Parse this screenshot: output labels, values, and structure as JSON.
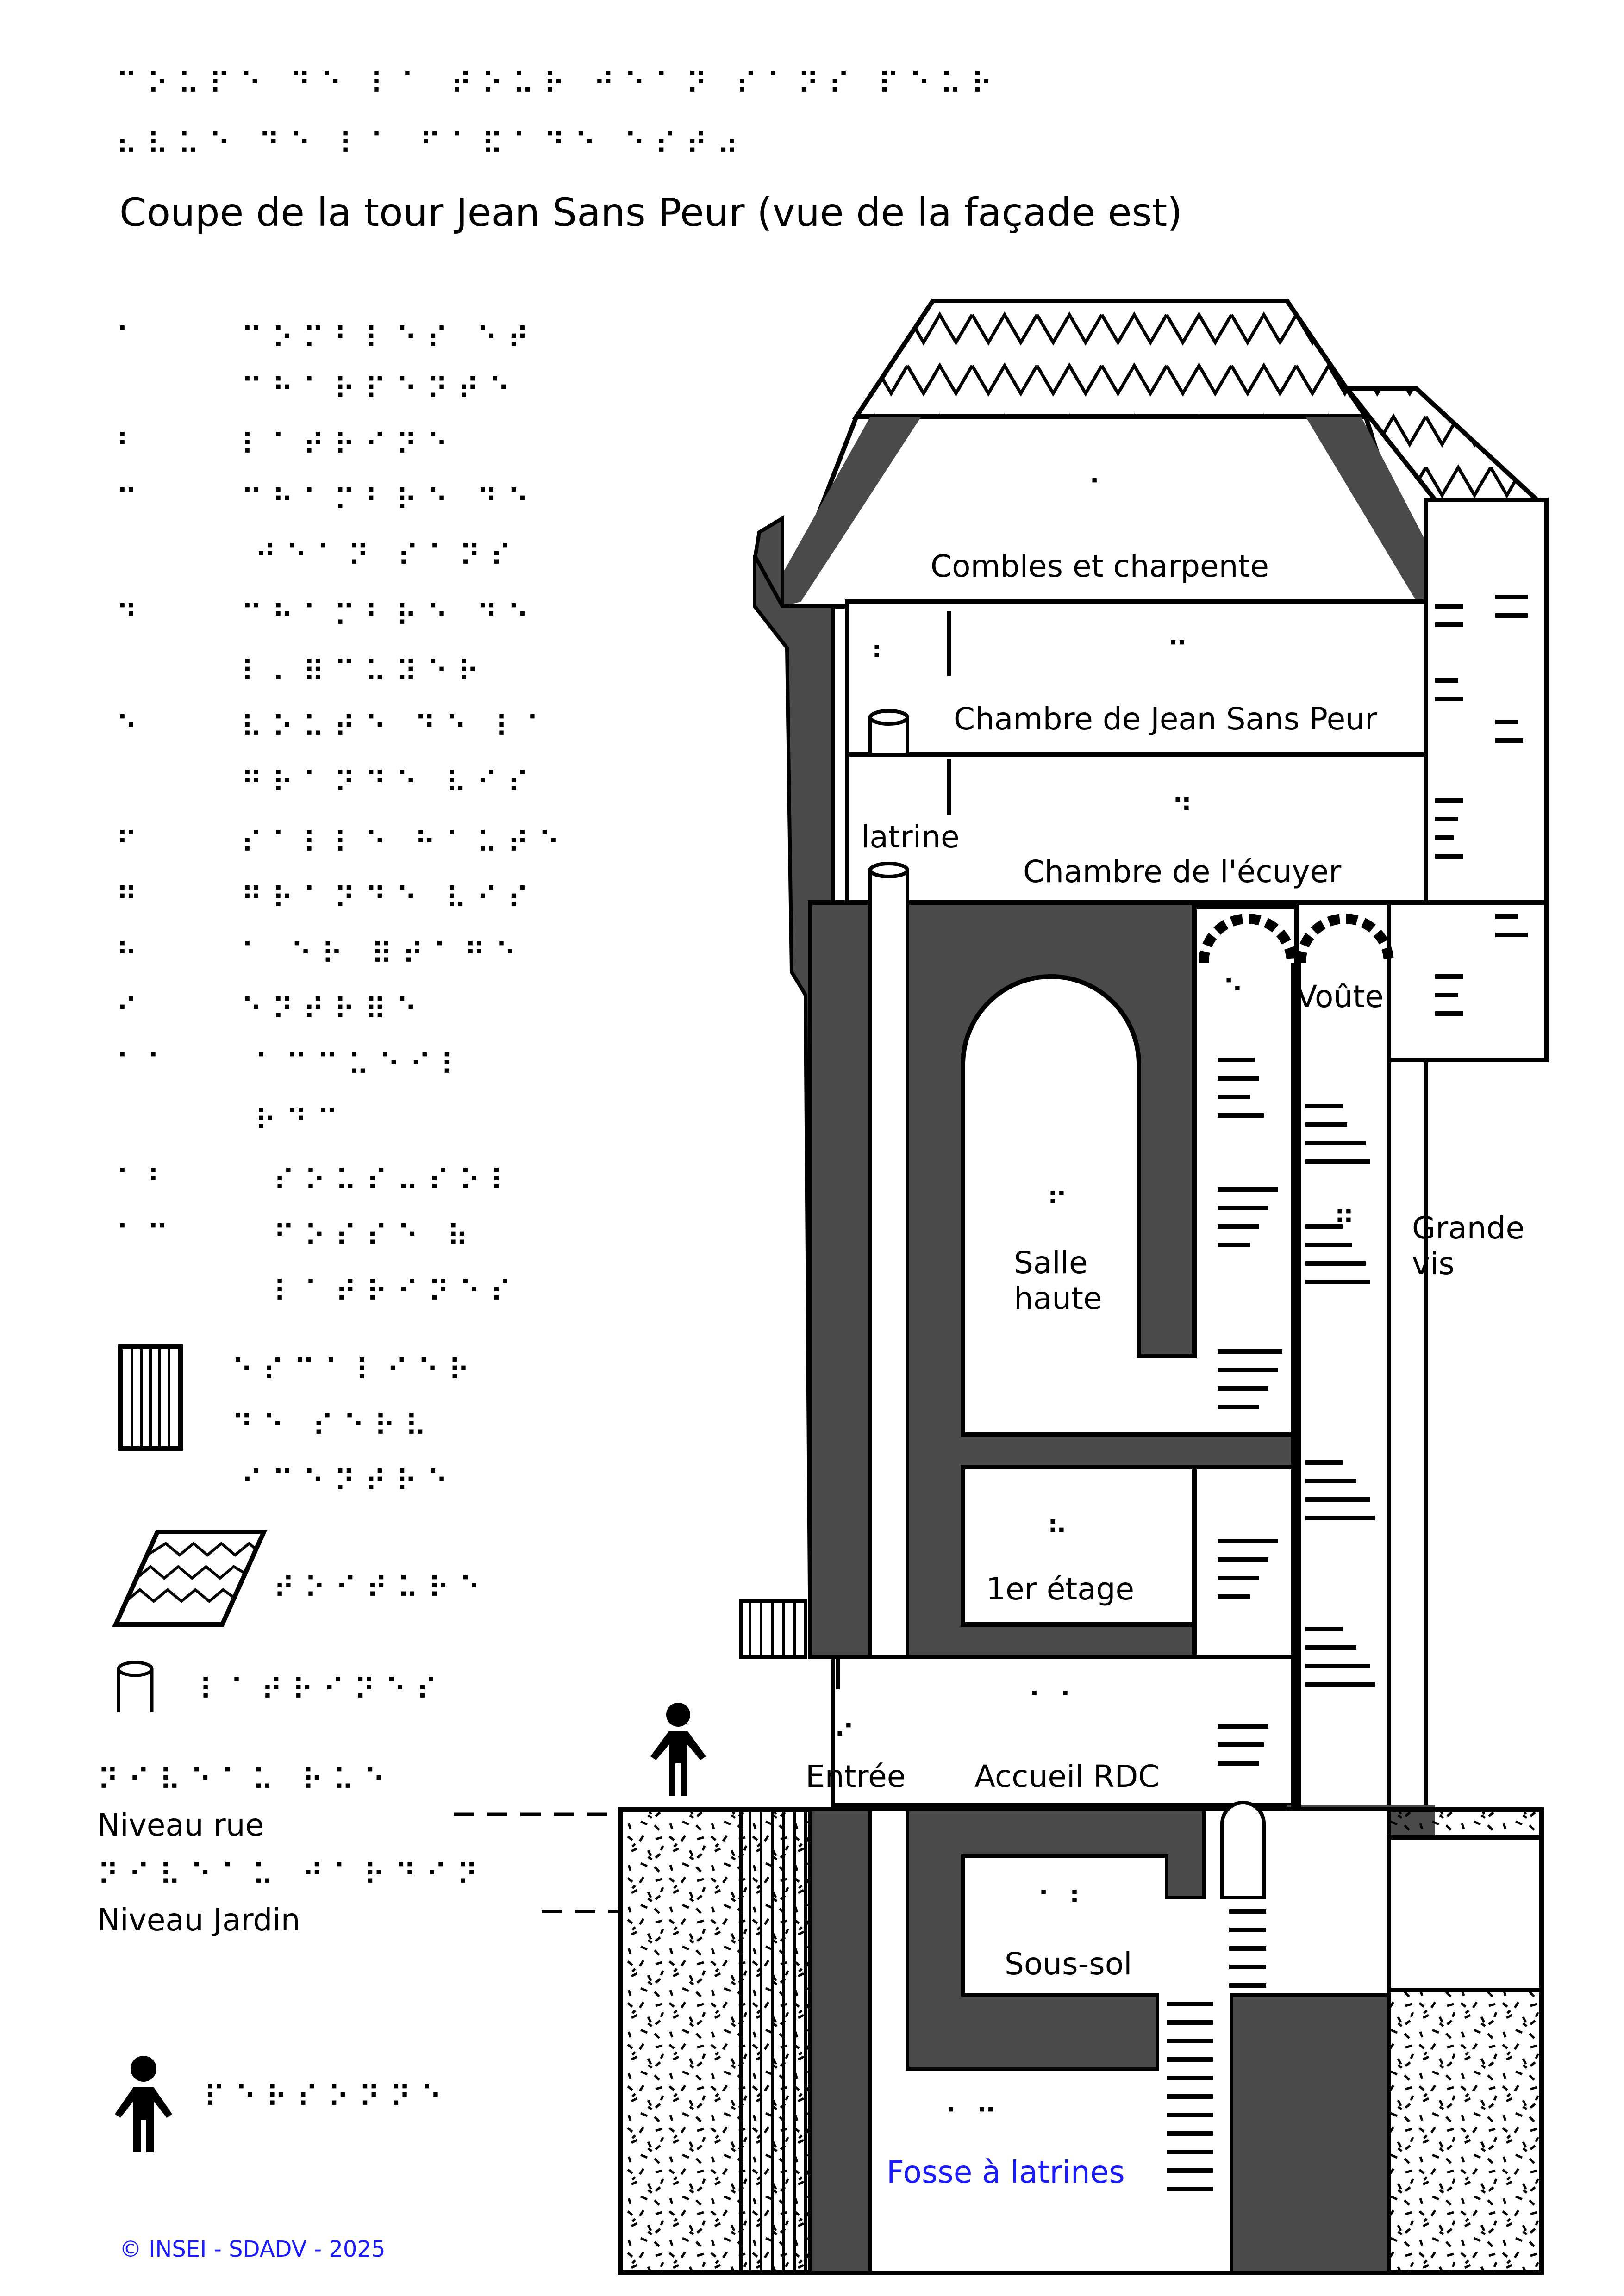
{
  "title": "Coupe de la tour Jean Sans Peur (vue de la façade est)",
  "title_braille": [
    "⠉⠕⠥⠏⠑ ⠙⠑ ⠇⠁ ⠞⠕⠥⠗ ⠚⠑⠁⠝ ⠎⠁⠝⠎ ⠏⠑⠥⠗",
    "⠦⠧⠥⠑ ⠙⠑ ⠇⠁ ⠋⠁⠯⠁⠙⠑ ⠑⠎⠞⠴"
  ],
  "legend_braille": [
    {
      "key": "⠁",
      "text": [
        "⠉⠕⠍⠃⠇⠑⠎ ⠑⠞",
        "⠉⠓⠁⠗⠏⠑⠝⠞⠑"
      ]
    },
    {
      "key": "⠃",
      "text": [
        "⠇⠁⠞⠗⠊⠝⠑"
      ]
    },
    {
      "key": "⠉",
      "text": [
        "⠉⠓⠁⠍⠃⠗⠑ ⠙⠑",
        "⠚⠑⠁⠝ ⠎⠁⠝⠎"
      ]
    },
    {
      "key": "⠙",
      "text": [
        "⠉⠓⠁⠍⠃⠗⠑ ⠙⠑",
        "⠇⠄⠿⠉⠥⠽⠑⠗"
      ]
    },
    {
      "key": "⠑",
      "text": [
        "⠧⠕⠥⠞⠑ ⠙⠑ ⠇⠁",
        "⠛⠗⠁⠝⠙⠑ ⠧⠊⠎"
      ]
    },
    {
      "key": "⠋",
      "text": [
        "⠎⠁⠇⠇⠑ ⠓⠁⠥⠞⠑"
      ]
    },
    {
      "key": "⠛",
      "text": [
        "⠛⠗⠁⠝⠙⠑ ⠧⠊⠎"
      ]
    },
    {
      "key": "⠓",
      "text": [
        "⠁ ⠑⠗ ⠿⠞⠁⠛⠑"
      ]
    },
    {
      "key": "⠊",
      "text": [
        "⠑⠝⠞⠗⠿⠑"
      ]
    },
    {
      "key": "⠁⠁",
      "text": [
        "⠁⠉⠉⠥⠑⠊⠇",
        "⠗⠙⠉"
      ]
    },
    {
      "key": "⠁⠃",
      "text": [
        "⠎⠕⠥⠎⠤⠎⠕⠇"
      ]
    },
    {
      "key": "⠁⠉",
      "text": [
        "⠋⠕⠎⠎⠑ ⠷",
        "⠇⠁⠞⠗⠊⠝⠑⠎"
      ]
    }
  ],
  "symbols_braille": {
    "stairs": [
      "⠑⠎⠉⠁⠇⠊⠑⠗",
      "⠙⠑ ⠎⠑⠗⠧",
      "⠊⠉⠑⠝⠞⠗⠑"
    ],
    "roof": "⠞⠕⠊⠞⠥⠗⠑",
    "latrine": "⠇⠁⠞⠗⠊⠝⠑⠎",
    "niveau_rue": "⠝⠊⠧⠑⠁⠥ ⠗⠥⠑",
    "niveau_jardin": "⠝⠊⠧⠑⠁⠥ ⠚⠁⠗⠙⠊⠝",
    "person": "⠏⠑⠗⠎⠕⠝⠝⠑"
  },
  "legend_texts": {
    "niveau_rue": "Niveau rue",
    "niveau_jardin": "Niveau Jardin"
  },
  "rooms": [
    {
      "key": "combles",
      "braille": "⠁",
      "label": "Combles et charpente"
    },
    {
      "key": "chambre_jsp",
      "braille": "⠉",
      "label": "Chambre de Jean Sans Peur"
    },
    {
      "key": "latrine",
      "braille": "⠃",
      "label": "latrine"
    },
    {
      "key": "ecuyer",
      "braille": "⠙",
      "label": "Chambre de l'écuyer"
    },
    {
      "key": "voute",
      "braille": "⠑",
      "label": "Voûte"
    },
    {
      "key": "salle_haute",
      "braille": "⠋",
      "label": "Salle haute"
    },
    {
      "key": "grande_vis",
      "braille": "⠛",
      "label": "Grande vis"
    },
    {
      "key": "etage1",
      "braille": "⠓",
      "label": "1er étage"
    },
    {
      "key": "entree",
      "braille": "⠊",
      "label": "Entrée"
    },
    {
      "key": "accueil",
      "braille": "⠁⠁",
      "label": "Accueil RDC"
    },
    {
      "key": "sous_sol",
      "braille": "⠁⠃",
      "label": "Sous-sol"
    },
    {
      "key": "fosse",
      "braille": "⠁⠉",
      "label": "Fosse à latrines"
    }
  ],
  "colors": {
    "wall": "#4a4a4a",
    "ink": "#000000",
    "accent_blue": "#1a1aff"
  },
  "copyright": "© INSEI - SDADV - 2025"
}
